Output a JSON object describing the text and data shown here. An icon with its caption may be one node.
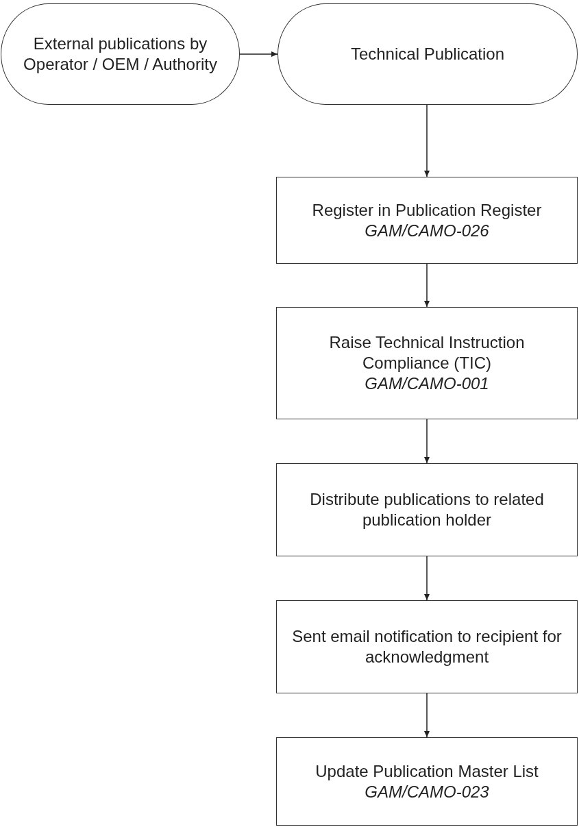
{
  "diagram": {
    "nodes": [
      {
        "text": [
          "External publications by Operator / OEM / Authority"
        ]
      },
      {
        "text": [
          "Technical Publication"
        ]
      },
      {
        "text": [
          "Register in Publication Register",
          "GAM/CAMO-026"
        ]
      },
      {
        "text": [
          "Raise Technical Instruction Compliance (TIC)",
          "GAM/CAMO-001"
        ]
      },
      {
        "text": [
          "Distribute publications to related publication holder"
        ]
      },
      {
        "text": [
          "Sent email notification to recipient for acknowledgment"
        ]
      },
      {
        "text": [
          "Update Publication Master List *GAM/CAMO-023*"
        ]
      }
    ],
    "edges": [
      {
        "from": 0,
        "to": 1,
        "arrow": "to"
      },
      {
        "from": 1,
        "to": 2,
        "arrow": "to"
      },
      {
        "from": 2,
        "to": 3,
        "arrow": "to"
      },
      {
        "from": 3,
        "to": 4,
        "arrow": "to"
      },
      {
        "from": 4,
        "to": 5,
        "arrow": "to"
      },
      {
        "from": 5,
        "to": 6,
        "arrow": "to"
      }
    ]
  }
}
